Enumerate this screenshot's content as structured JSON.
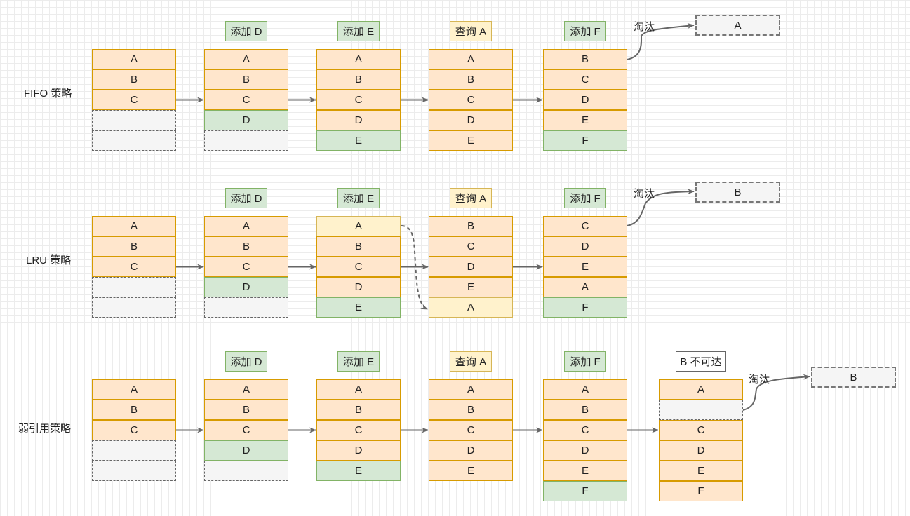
{
  "diagram": {
    "rows": [
      {
        "label": "FIFO 策略",
        "stages": [
          {
            "header": null,
            "cells": [
              {
                "text": "A",
                "style": "orange"
              },
              {
                "text": "B",
                "style": "orange"
              },
              {
                "text": "C",
                "style": "orange"
              },
              {
                "text": "",
                "style": "empty"
              },
              {
                "text": "",
                "style": "empty"
              }
            ]
          },
          {
            "header": {
              "text": "添加 D",
              "style": "add"
            },
            "cells": [
              {
                "text": "A",
                "style": "orange"
              },
              {
                "text": "B",
                "style": "orange"
              },
              {
                "text": "C",
                "style": "orange"
              },
              {
                "text": "D",
                "style": "green"
              },
              {
                "text": "",
                "style": "empty"
              }
            ]
          },
          {
            "header": {
              "text": "添加 E",
              "style": "add"
            },
            "cells": [
              {
                "text": "A",
                "style": "orange"
              },
              {
                "text": "B",
                "style": "orange"
              },
              {
                "text": "C",
                "style": "orange"
              },
              {
                "text": "D",
                "style": "orange"
              },
              {
                "text": "E",
                "style": "green"
              }
            ]
          },
          {
            "header": {
              "text": "查询 A",
              "style": "query"
            },
            "cells": [
              {
                "text": "A",
                "style": "orange"
              },
              {
                "text": "B",
                "style": "orange"
              },
              {
                "text": "C",
                "style": "orange"
              },
              {
                "text": "D",
                "style": "orange"
              },
              {
                "text": "E",
                "style": "orange"
              }
            ]
          },
          {
            "header": {
              "text": "添加 F",
              "style": "add"
            },
            "cells": [
              {
                "text": "B",
                "style": "orange"
              },
              {
                "text": "C",
                "style": "orange"
              },
              {
                "text": "D",
                "style": "orange"
              },
              {
                "text": "E",
                "style": "orange"
              },
              {
                "text": "F",
                "style": "green"
              }
            ]
          }
        ],
        "evict_label": "淘汰",
        "evicted": "A"
      },
      {
        "label": "LRU 策略",
        "stages": [
          {
            "header": null,
            "cells": [
              {
                "text": "A",
                "style": "orange"
              },
              {
                "text": "B",
                "style": "orange"
              },
              {
                "text": "C",
                "style": "orange"
              },
              {
                "text": "",
                "style": "empty"
              },
              {
                "text": "",
                "style": "empty"
              }
            ]
          },
          {
            "header": {
              "text": "添加 D",
              "style": "add"
            },
            "cells": [
              {
                "text": "A",
                "style": "orange"
              },
              {
                "text": "B",
                "style": "orange"
              },
              {
                "text": "C",
                "style": "orange"
              },
              {
                "text": "D",
                "style": "green"
              },
              {
                "text": "",
                "style": "empty"
              }
            ]
          },
          {
            "header": {
              "text": "添加 E",
              "style": "add"
            },
            "cells": [
              {
                "text": "A",
                "style": "yellow"
              },
              {
                "text": "B",
                "style": "orange"
              },
              {
                "text": "C",
                "style": "orange"
              },
              {
                "text": "D",
                "style": "orange"
              },
              {
                "text": "E",
                "style": "green"
              }
            ]
          },
          {
            "header": {
              "text": "查询 A",
              "style": "query"
            },
            "cells": [
              {
                "text": "B",
                "style": "orange"
              },
              {
                "text": "C",
                "style": "orange"
              },
              {
                "text": "D",
                "style": "orange"
              },
              {
                "text": "E",
                "style": "orange"
              },
              {
                "text": "A",
                "style": "yellow"
              }
            ]
          },
          {
            "header": {
              "text": "添加 F",
              "style": "add"
            },
            "cells": [
              {
                "text": "C",
                "style": "orange"
              },
              {
                "text": "D",
                "style": "orange"
              },
              {
                "text": "E",
                "style": "orange"
              },
              {
                "text": "A",
                "style": "orange"
              },
              {
                "text": "F",
                "style": "green"
              }
            ]
          }
        ],
        "evict_label": "淘汰",
        "evicted": "B"
      },
      {
        "label": "弱引用策略",
        "stages": [
          {
            "header": null,
            "cells": [
              {
                "text": "A",
                "style": "orange"
              },
              {
                "text": "B",
                "style": "orange"
              },
              {
                "text": "C",
                "style": "orange"
              },
              {
                "text": "",
                "style": "empty"
              },
              {
                "text": "",
                "style": "empty"
              }
            ]
          },
          {
            "header": {
              "text": "添加 D",
              "style": "add"
            },
            "cells": [
              {
                "text": "A",
                "style": "orange"
              },
              {
                "text": "B",
                "style": "orange"
              },
              {
                "text": "C",
                "style": "orange"
              },
              {
                "text": "D",
                "style": "green"
              },
              {
                "text": "",
                "style": "empty"
              }
            ]
          },
          {
            "header": {
              "text": "添加 E",
              "style": "add"
            },
            "cells": [
              {
                "text": "A",
                "style": "orange"
              },
              {
                "text": "B",
                "style": "orange"
              },
              {
                "text": "C",
                "style": "orange"
              },
              {
                "text": "D",
                "style": "orange"
              },
              {
                "text": "E",
                "style": "green"
              }
            ]
          },
          {
            "header": {
              "text": "查询 A",
              "style": "query"
            },
            "cells": [
              {
                "text": "A",
                "style": "orange"
              },
              {
                "text": "B",
                "style": "orange"
              },
              {
                "text": "C",
                "style": "orange"
              },
              {
                "text": "D",
                "style": "orange"
              },
              {
                "text": "E",
                "style": "orange"
              }
            ]
          },
          {
            "header": {
              "text": "添加 F",
              "style": "add"
            },
            "cells": [
              {
                "text": "A",
                "style": "orange"
              },
              {
                "text": "B",
                "style": "orange"
              },
              {
                "text": "C",
                "style": "orange"
              },
              {
                "text": "D",
                "style": "orange"
              },
              {
                "text": "E",
                "style": "orange"
              },
              {
                "text": "F",
                "style": "green"
              }
            ]
          },
          {
            "header": {
              "text": "B 不可达",
              "style": "unreach"
            },
            "cells": [
              {
                "text": "A",
                "style": "orange"
              },
              {
                "text": "",
                "style": "empty"
              },
              {
                "text": "C",
                "style": "orange"
              },
              {
                "text": "D",
                "style": "orange"
              },
              {
                "text": "E",
                "style": "orange"
              },
              {
                "text": "F",
                "style": "orange"
              }
            ]
          }
        ],
        "evict_label": "淘汰",
        "evicted": "B"
      }
    ],
    "colors": {
      "orange_fill": "#ffe6cc",
      "orange_stroke": "#d79b00",
      "green_fill": "#d5e8d4",
      "green_stroke": "#82b366",
      "yellow_fill": "#fff2cc",
      "yellow_stroke": "#d6b656",
      "empty_fill": "#f5f5f5",
      "arrow": "#666666"
    }
  }
}
